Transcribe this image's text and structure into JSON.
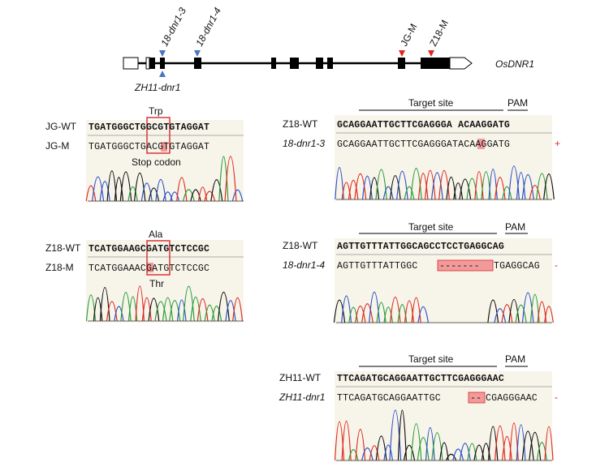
{
  "gene": {
    "name": "OsDNR1",
    "markers_blue_top": [
      "18-dnr1-3",
      "18-dnr1-4"
    ],
    "marker_blue_bottom": "ZH11-dnr1",
    "markers_red_top": [
      "JG-M",
      "Z18-M"
    ],
    "colors": {
      "blue": "#4a72c4",
      "red": "#e0261c",
      "exon": "#000000"
    }
  },
  "panels": {
    "jg": {
      "wt_label": "JG-WT",
      "wt_seq": "TGATGGGCTGGCGTGTAGGAT",
      "m_label": "JG-M",
      "m_seq": "TGATGGGCTGACGTGTAGGAT",
      "codon_top": "Trp",
      "codon_bottom": "Stop codon"
    },
    "z18": {
      "wt_label": "Z18-WT",
      "wt_seq": "TCATGGAAGCGATGTCTCCGC",
      "m_label": "Z18-M",
      "m_seq": "TCATGGAAACGATGTCTCCGC",
      "codon_top": "Ala",
      "codon_bottom": "Thr"
    },
    "dnr13": {
      "target_label": "Target site",
      "pam_label": "PAM",
      "wt_label": "Z18-WT",
      "wt_seq": "GCAGGAATTGCTTCGAGGGA ACAAGGATG",
      "m_label": "18-dnr1-3",
      "m_seq": "GCAGGAATTGCTTCGAGGGATACAAGGATG",
      "m_suffix": "+"
    },
    "dnr14": {
      "target_label": "Target site",
      "pam_label": "PAM",
      "wt_label": "Z18-WT",
      "wt_seq": "AGTTGTTTATTGGCAGCCTCCTGAGGCAG",
      "m_label": "18-dnr1-4",
      "m_seq_left": "AGTTGTTTATTGGC",
      "m_seq_gap": "-------",
      "m_seq_right": "TGAGGCAG",
      "m_suffix": "-"
    },
    "zh11": {
      "target_label": "Target site",
      "pam_label": "PAM",
      "wt_label": "ZH11-WT",
      "wt_seq": "TTCAGATGCAGGAATTGCTTCGAGGGAAC",
      "m_label": "ZH11-dnr1",
      "m_seq_left": "TTCAGATGCAGGAATTGC",
      "m_seq_gap": "--",
      "m_seq_right": "CGAGGGAAC",
      "m_suffix": "-"
    }
  }
}
